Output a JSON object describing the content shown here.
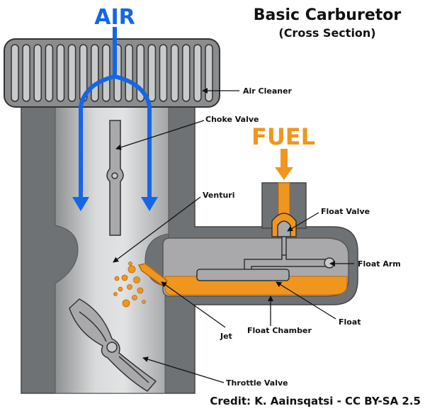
{
  "title": "Basic Carburetor",
  "subtitle": "(Cross Section)",
  "air_label": "AIR",
  "fuel_label": "FUEL",
  "labels": {
    "air_cleaner": "Air Cleaner",
    "choke_valve": "Choke Valve",
    "venturi": "Venturi",
    "float_valve": "Float Valve",
    "float_arm": "Float Arm",
    "float": "Float",
    "float_chamber": "Float Chamber",
    "jet": "Jet",
    "throttle_valve": "Throttle Valve"
  },
  "credit": "Credit: K. Aainsqatsi - CC BY-SA 2.5",
  "colors": {
    "air": "#1466e8",
    "fuel": "#f0961e",
    "body": "#6f7274",
    "bore": "#c7c8c9",
    "part": "#a9a9ab"
  }
}
